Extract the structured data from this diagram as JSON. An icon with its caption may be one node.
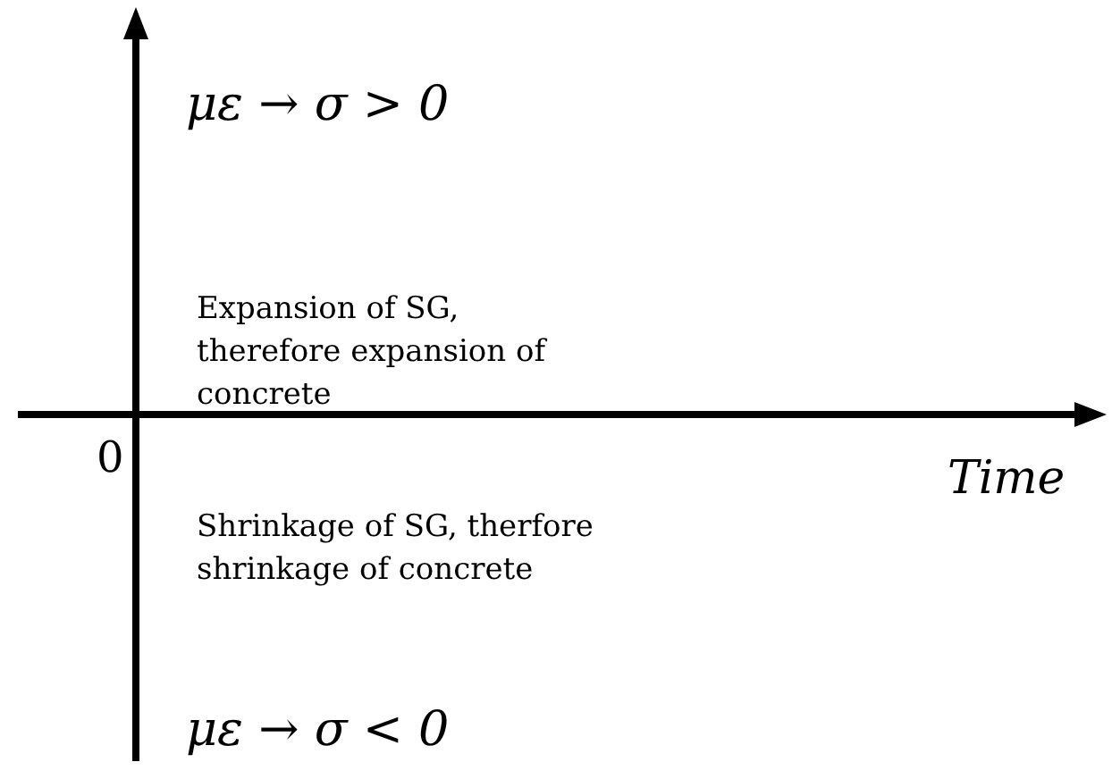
{
  "diagram": {
    "labels": [
      "με → σ > 0",
      "Expansion of SG, therefore expansion of concrete",
      "0",
      "Time",
      "Shrinkage of SG, therfore shrinkage of concrete",
      "με → σ < 0"
    ]
  }
}
